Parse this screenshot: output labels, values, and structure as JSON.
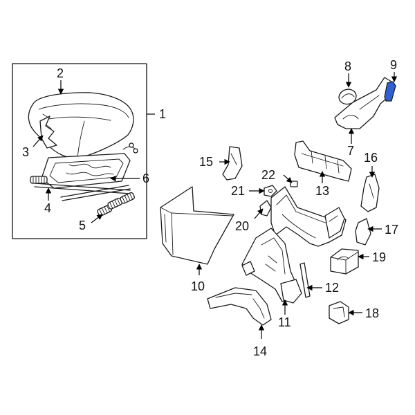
{
  "diagram": {
    "highlight_color": "#2f5fd0",
    "callouts": {
      "c1": "1",
      "c2": "2",
      "c3": "3",
      "c4": "4",
      "c5": "5",
      "c6": "6",
      "c7": "7",
      "c8": "8",
      "c9": "9",
      "c10": "10",
      "c11": "11",
      "c12": "12",
      "c13": "13",
      "c14": "14",
      "c15": "15",
      "c16": "16",
      "c17": "17",
      "c18": "18",
      "c19": "19",
      "c20": "20",
      "c21": "21",
      "c22": "22"
    }
  }
}
